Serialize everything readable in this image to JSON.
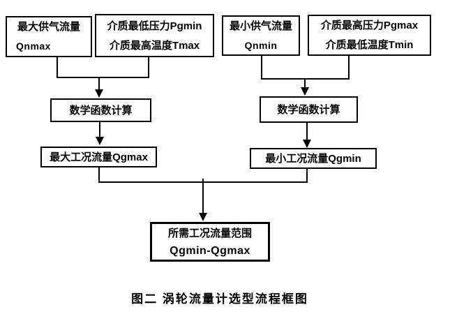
{
  "boxes": {
    "qnmax": {
      "line1": "最大供气流量",
      "line2": "Qnmax"
    },
    "pgmin_tmax": {
      "line1": "介质最低压力Pgmin",
      "line2": "介质最高温度Tmax"
    },
    "qnmin": {
      "line1": "最小供气流量",
      "line2": "Qnmin"
    },
    "pgmax_tmin": {
      "line1": "介质最高压力Pgmax",
      "line2": "介质最低温度Tmin"
    },
    "math_left": {
      "line1": "数学函数计算"
    },
    "math_right": {
      "line1": "数学函数计算"
    },
    "qgmax": {
      "line1": "最大工况流量Qgmax"
    },
    "qgmin": {
      "line1": "最小工况流量Qgmin"
    },
    "result": {
      "line1": "所需工况流量范围",
      "line2": "Qgmin-Qgmax"
    }
  },
  "caption": "图二  涡轮流量计选型流程框图",
  "colors": {
    "line": "#000000",
    "box_border": "#000000",
    "text": "#000000",
    "background": "#ffffff"
  }
}
